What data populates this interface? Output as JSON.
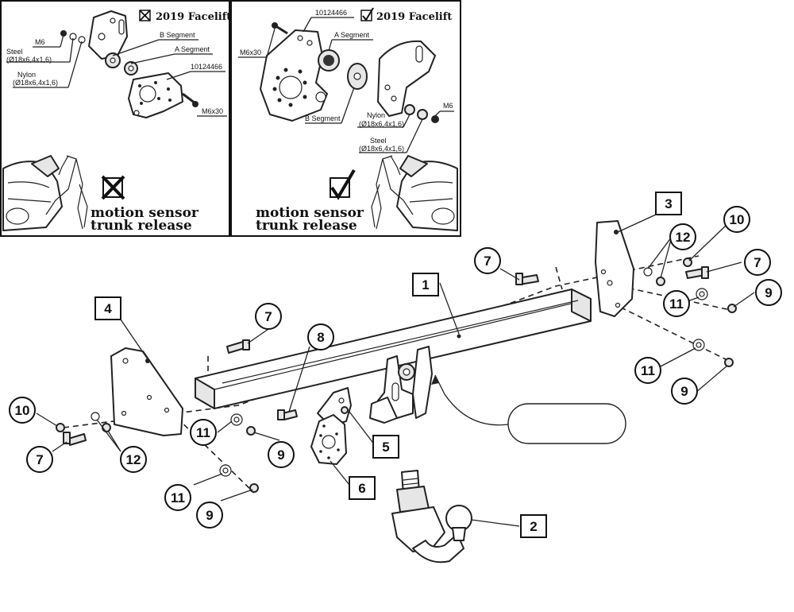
{
  "insets": {
    "left": {
      "heading": "2019 Facelift",
      "check": "✗",
      "labels": {
        "m6": "M6",
        "steel": "Steel",
        "steel_spec": "(Ø18x6,4x1,6)",
        "nylon": "Nylon",
        "nylon_spec": "(Ø18x6,4x1,6)",
        "b_segment": "B Segment",
        "a_segment": "A Segment",
        "part_no": "10124466",
        "m6x30": "M6x30"
      },
      "feature_line1": "motion sensor",
      "feature_line2": "trunk release"
    },
    "right": {
      "heading": "2019 Facelift",
      "check": "✓",
      "labels": {
        "part_no": "10124466",
        "a_segment": "A Segment",
        "m6x30": "M6x30",
        "b_segment": "B Segment",
        "nylon": "Nylon",
        "nylon_spec": "(Ø18x6,4x1,6)",
        "m6": "M6",
        "steel": "Steel",
        "steel_spec": "(Ø18x6,4x1,6)"
      },
      "feature_line1": "motion sensor",
      "feature_line2": "trunk release"
    }
  },
  "callouts": {
    "c1": "1",
    "c2": "2",
    "c3": "3",
    "c4": "4",
    "c5": "5",
    "c6": "6",
    "c7a": "7",
    "c7b": "7",
    "c7c": "7",
    "c7d": "7",
    "c8": "8",
    "c9a": "9",
    "c9b": "9",
    "c9c": "9",
    "c9d": "9",
    "c10a": "10",
    "c10b": "10",
    "c11a": "11",
    "c11b": "11",
    "c11c": "11",
    "c11d": "11",
    "c12a": "12",
    "c12b": "12"
  }
}
